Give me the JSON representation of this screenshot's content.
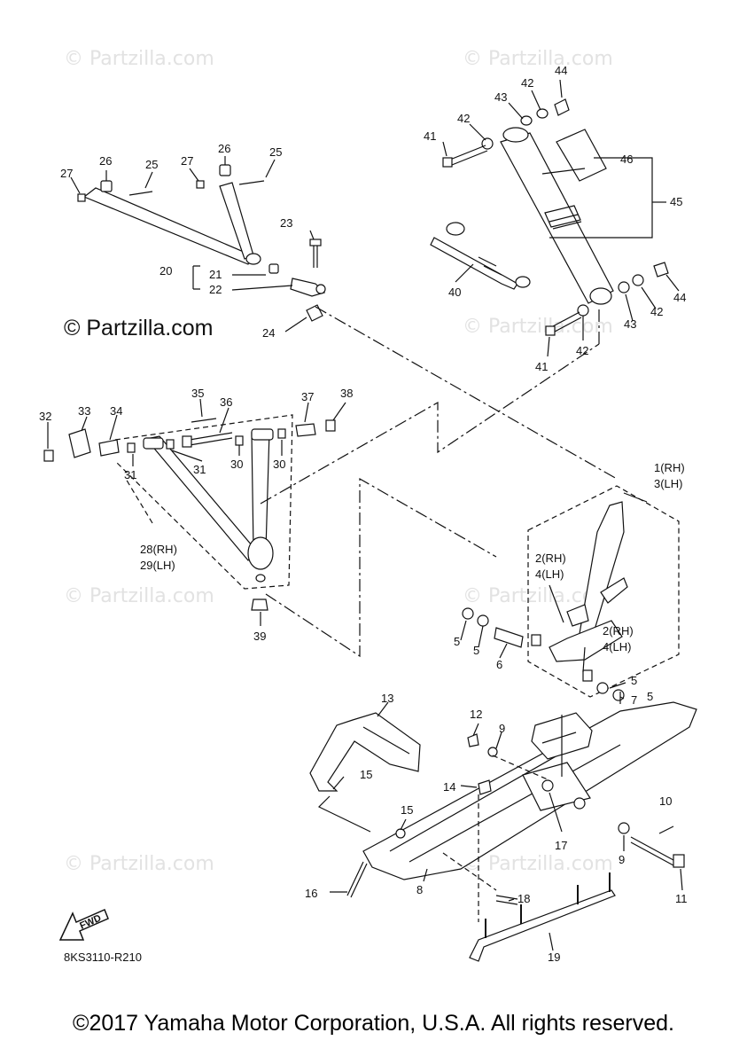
{
  "watermark_text": "© Partzilla.com",
  "watermark_main": "© Partzilla.com",
  "diagram_code": "8KS3110-R210",
  "copyright": "©2017 Yamaha Motor Corporation, U.S.A. All rights reserved.",
  "fwd_label": "FWD",
  "callouts": {
    "c1": "1(RH)",
    "c3": "3(LH)",
    "c2a": "2(RH)",
    "c4a": "4(LH)",
    "c2b": "2(RH)",
    "c4b": "4(LH)",
    "c5": "5",
    "c6": "6",
    "c7": "7",
    "c8": "8",
    "c9": "9",
    "c10": "10",
    "c11": "11",
    "c12": "12",
    "c13": "13",
    "c14": "14",
    "c15": "15",
    "c16": "16",
    "c17": "17",
    "c18": "18",
    "c19": "19",
    "c20": "20",
    "c21": "21",
    "c22": "22",
    "c23": "23",
    "c24": "24",
    "c25": "25",
    "c26": "26",
    "c27": "27",
    "c28": "28(RH)",
    "c29": "29(LH)",
    "c30": "30",
    "c31": "31",
    "c32": "32",
    "c33": "33",
    "c34": "34",
    "c35": "35",
    "c36": "36",
    "c37": "37",
    "c38": "38",
    "c39": "39",
    "c40": "40",
    "c41": "41",
    "c42": "42",
    "c43": "43",
    "c44": "44",
    "c45": "45",
    "c46": "46"
  }
}
